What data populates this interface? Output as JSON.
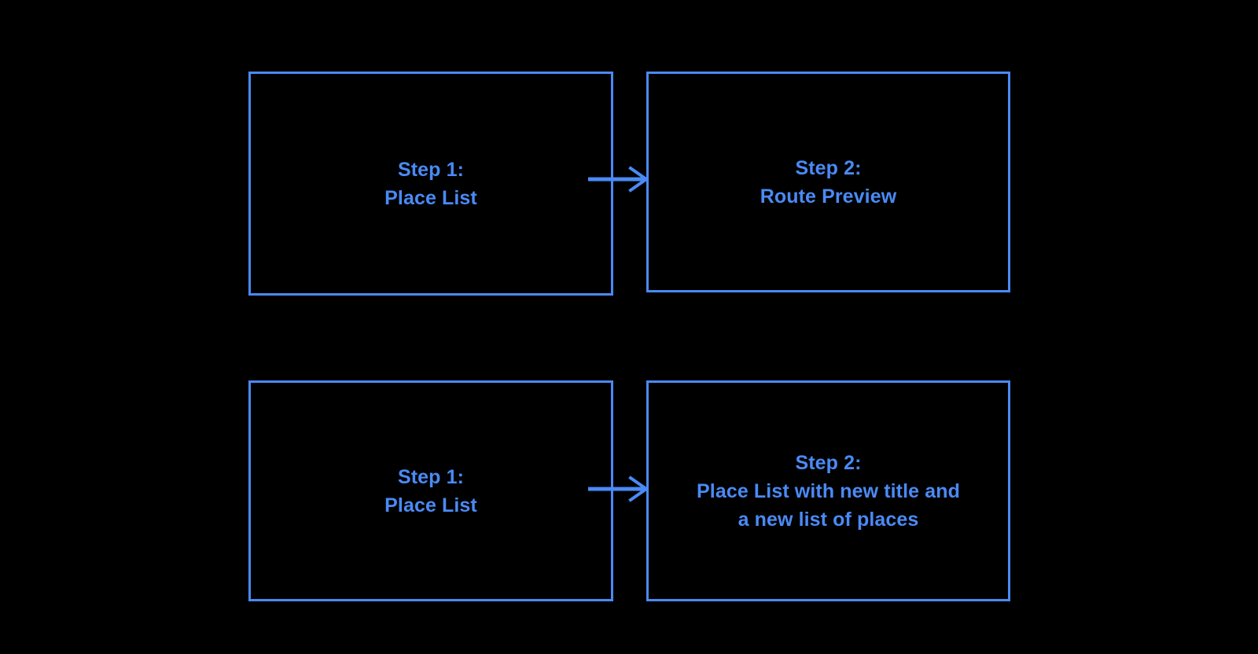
{
  "diagram": {
    "background_color": "#000000",
    "accent_color": "#4a8af5",
    "flows": [
      {
        "id": "route-preview-flow",
        "nodes": [
          {
            "id": "step1-top",
            "label": "Step 1:\nPlace List"
          },
          {
            "id": "step2-top",
            "label": "Step 2:\nRoute Preview"
          }
        ],
        "connector": {
          "id": "arrow-top",
          "icon": "arrow-right-icon",
          "direction": "right"
        }
      },
      {
        "id": "new-place-list-flow",
        "nodes": [
          {
            "id": "step1-bot",
            "label": "Step 1:\nPlace List"
          },
          {
            "id": "step2-bot",
            "label": "Step 2:\nPlace List with new title and\na new list of places"
          }
        ],
        "connector": {
          "id": "arrow-bot",
          "icon": "arrow-right-icon",
          "direction": "right"
        }
      }
    ]
  }
}
